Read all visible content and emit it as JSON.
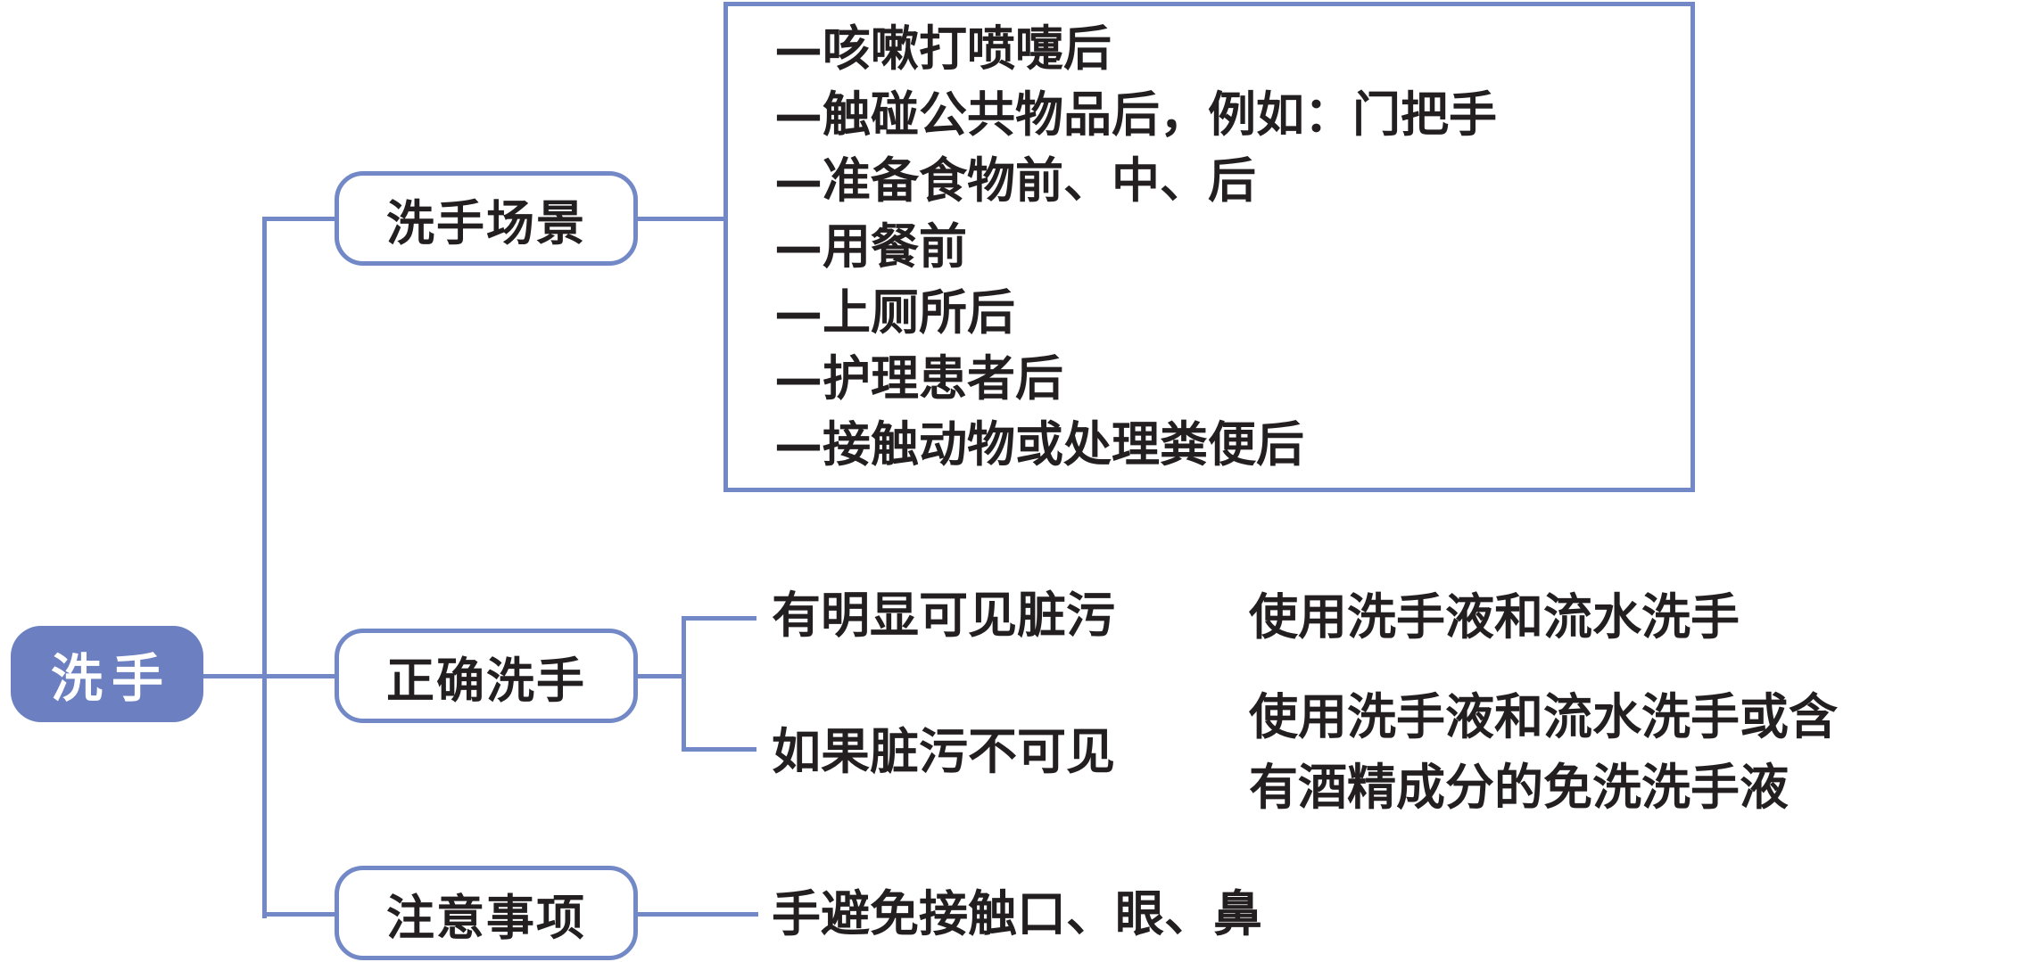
{
  "root": {
    "label": "洗手"
  },
  "branches": [
    {
      "label": "洗手场景",
      "items": [
        "—咳嗽打喷嚏后",
        "—触碰公共物品后，例如：门把手",
        "—准备食物前、中、后",
        "—用餐前",
        "—上厕所后",
        "—护理患者后",
        "—接触动物或处理粪便后"
      ]
    },
    {
      "label": "正确洗手",
      "rows": [
        {
          "condition": "有明显可见脏污",
          "action_lines": [
            "使用洗手液和流水洗手"
          ]
        },
        {
          "condition": "如果脏污不可见",
          "action_lines": [
            "使用洗手液和流水洗手或含",
            "有酒精成分的免洗洗手液"
          ]
        }
      ]
    },
    {
      "label": "注意事项",
      "note": "手避免接触口、眼、鼻"
    }
  ],
  "colors": {
    "node_fill": "#6b7fc1",
    "line": "#7389c7",
    "text": "#231f20",
    "background": "#ffffff"
  }
}
